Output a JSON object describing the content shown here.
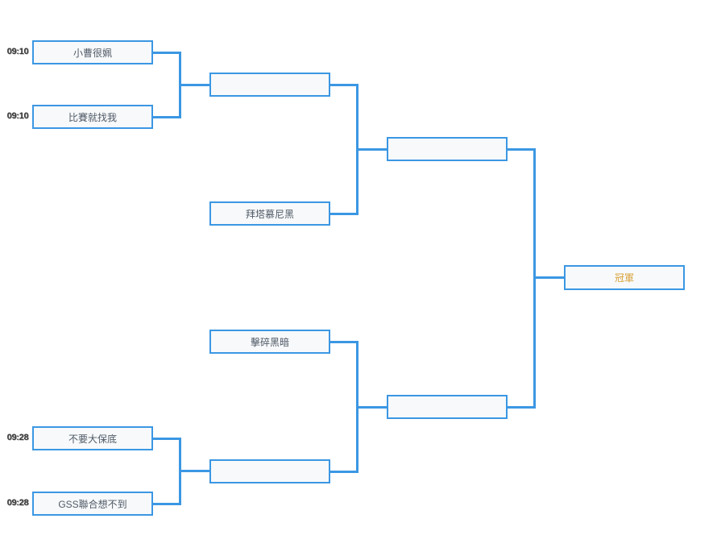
{
  "colors": {
    "line": "#3b97e3",
    "box_bg": "#f7f9fb",
    "team_text": "#505a66",
    "time_text": "#3a3a3a",
    "champion_text": "#d8a136"
  },
  "bracket": {
    "round1": [
      {
        "name": "小曹很姵",
        "time": "09:10"
      },
      {
        "name": "比賽就找我",
        "time": "09:10"
      },
      {
        "name": "不要大保底",
        "time": "09:28"
      },
      {
        "name": "GSS聯合想不到",
        "time": "09:28"
      }
    ],
    "round2": [
      {
        "name": ""
      },
      {
        "name": "拜塔慕尼黑"
      },
      {
        "name": "擊碎黑暗"
      },
      {
        "name": ""
      }
    ],
    "semifinals": [
      {
        "name": ""
      },
      {
        "name": ""
      }
    ],
    "final": {
      "label": "冠軍"
    }
  }
}
